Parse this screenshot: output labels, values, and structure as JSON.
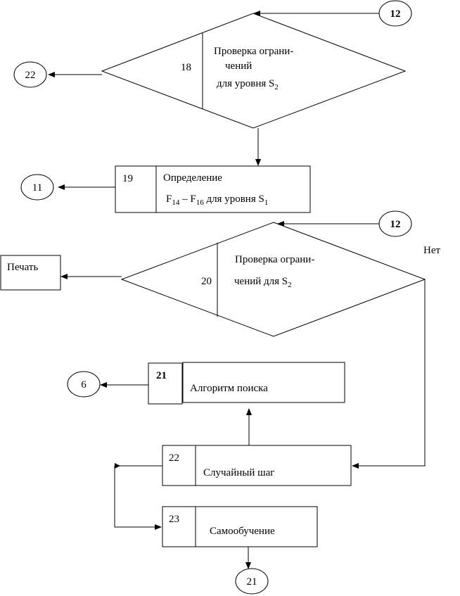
{
  "connectors": {
    "c12_top": "12",
    "c22_left": "22",
    "c11": "11",
    "c12_mid": "12",
    "c6": "6",
    "c21_bottom": "21"
  },
  "block18": {
    "number": "18",
    "line1": "Проверка  ограни-",
    "line2": "чений",
    "line3_text": "для уровня S",
    "line3_sub": "2"
  },
  "block19": {
    "number": "19",
    "line1": "Определение",
    "f_a": "F",
    "f_a_sub": "14",
    "dash": " – F",
    "f_b_sub": "16",
    "rest": " для уровня S",
    "rest_sub": "1"
  },
  "block20": {
    "number": "20",
    "line1": "Проверка  ограни-",
    "line2_text": "чений  для   S",
    "line2_sub": "2"
  },
  "label_no": "Нет",
  "print_box": "Печать",
  "block21": {
    "number": "21",
    "text": "Алгоритм поиска"
  },
  "block22": {
    "number": "22",
    "text": "Случайный шаг"
  },
  "block23": {
    "number": "23",
    "text": "Самообучение"
  }
}
